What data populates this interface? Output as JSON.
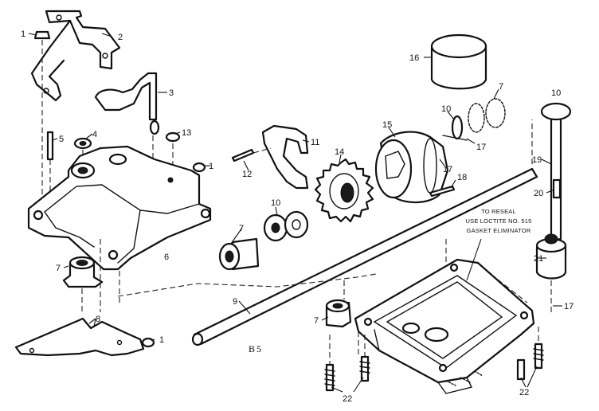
{
  "diagram": {
    "code": "B5",
    "note_lines": [
      "TO RESEAL",
      "USE LOCTITE NO. 515",
      "GASKET ELIMINATOR"
    ],
    "callouts": [
      {
        "id": "c1a",
        "text": "1"
      },
      {
        "id": "c1b",
        "text": "1"
      },
      {
        "id": "c1c",
        "text": "1"
      },
      {
        "id": "c2",
        "text": "2"
      },
      {
        "id": "c3",
        "text": "3"
      },
      {
        "id": "c4",
        "text": "4"
      },
      {
        "id": "c5",
        "text": "5"
      },
      {
        "id": "c6",
        "text": "6"
      },
      {
        "id": "c7a",
        "text": "7"
      },
      {
        "id": "c7b",
        "text": "7"
      },
      {
        "id": "c7c",
        "text": "7"
      },
      {
        "id": "c7d",
        "text": "7"
      },
      {
        "id": "c8",
        "text": "8"
      },
      {
        "id": "c9",
        "text": "9"
      },
      {
        "id": "c10a",
        "text": "10"
      },
      {
        "id": "c10b",
        "text": "10"
      },
      {
        "id": "c10c",
        "text": "10"
      },
      {
        "id": "c11",
        "text": "11"
      },
      {
        "id": "c12",
        "text": "12"
      },
      {
        "id": "c13",
        "text": "13"
      },
      {
        "id": "c14",
        "text": "14"
      },
      {
        "id": "c15",
        "text": "15"
      },
      {
        "id": "c16",
        "text": "16"
      },
      {
        "id": "c17a",
        "text": "17"
      },
      {
        "id": "c17b",
        "text": "17"
      },
      {
        "id": "c17c",
        "text": "17"
      },
      {
        "id": "c18",
        "text": "18"
      },
      {
        "id": "c19",
        "text": "19"
      },
      {
        "id": "c20",
        "text": "20"
      },
      {
        "id": "c21",
        "text": "21"
      },
      {
        "id": "c22a",
        "text": "22"
      },
      {
        "id": "c22b",
        "text": "22"
      }
    ]
  }
}
